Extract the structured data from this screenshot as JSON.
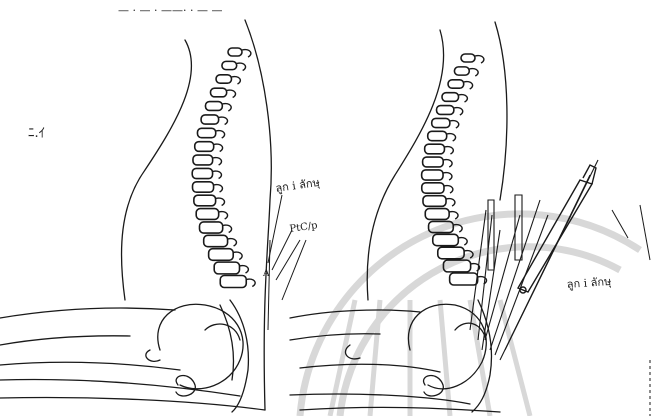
{
  "figure": {
    "left_panel": {
      "label_upper": "ลูก i ลักษุ",
      "label_lower": "PtC/p",
      "marker": "A"
    },
    "right_panel": {
      "label_right": "ลูก i ลักษุ"
    },
    "top_scribble": "— ·  — ·  ——·  ·  —  —",
    "side_mark": "ﾆ.ｲ"
  },
  "colors": {
    "ink": "#1a1a1a",
    "watermark": "#d8d8d8",
    "paper": "#ffffff"
  }
}
